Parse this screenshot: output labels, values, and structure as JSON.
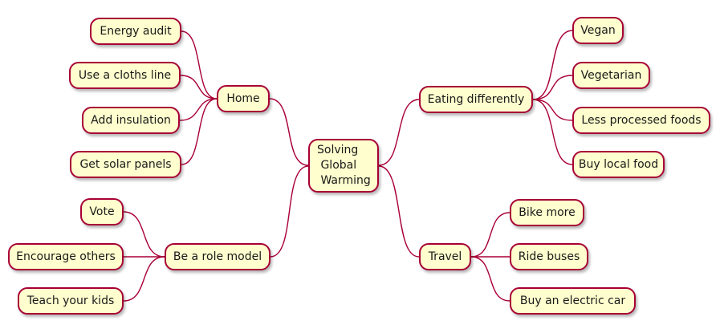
{
  "diagram": {
    "kind": "mindmap",
    "colors": {
      "background": "#FFFFFF",
      "node_fill": "#FEFECE",
      "node_border": "#A80036",
      "edge_line": "#A80036",
      "text": "#1A1A1A"
    }
  },
  "mindmap": {
    "root": {
      "label": "Solving\n Global\n Warming"
    },
    "left": [
      {
        "label": "Home",
        "children": [
          {
            "label": "Energy audit"
          },
          {
            "label": "Use a cloths line"
          },
          {
            "label": "Add insulation"
          },
          {
            "label": "Get solar panels"
          }
        ]
      },
      {
        "label": "Be a role model",
        "children": [
          {
            "label": "Vote"
          },
          {
            "label": "Encourage others"
          },
          {
            "label": "Teach your kids"
          }
        ]
      }
    ],
    "right": [
      {
        "label": "Eating differently",
        "children": [
          {
            "label": "Vegan"
          },
          {
            "label": "Vegetarian"
          },
          {
            "label": "Less processed foods"
          },
          {
            "label": "Buy local food"
          }
        ]
      },
      {
        "label": "Travel",
        "children": [
          {
            "label": "Bike more"
          },
          {
            "label": "Ride buses"
          },
          {
            "label": "Buy an electric car"
          }
        ]
      }
    ]
  }
}
